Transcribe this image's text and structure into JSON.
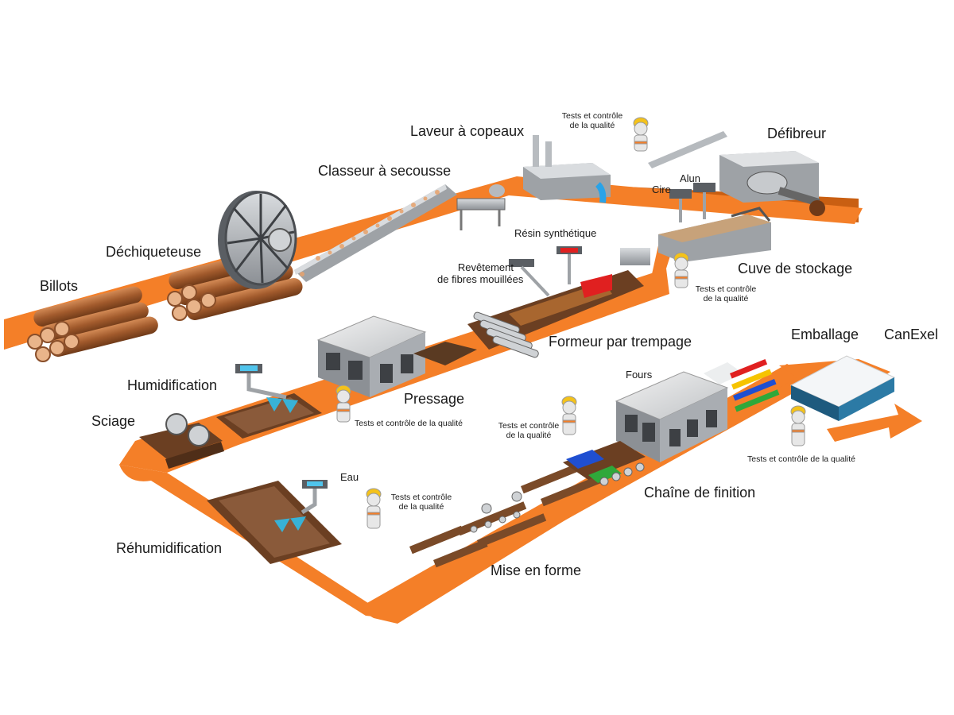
{
  "stations": {
    "billots": "Billots",
    "dechiqueteuse": "Déchiqueteuse",
    "classeur": "Classeur à secousse",
    "laveur": "Laveur à copeaux",
    "defibreur": "Défibreur",
    "cuve": "Cuve de stockage",
    "formeur": "Formeur par trempage",
    "pressage": "Pressage",
    "humidification": "Humidification",
    "sciage": "Sciage",
    "rehumidification": "Réhumidification",
    "mise_en_forme": "Mise en forme",
    "chaine_finition": "Chaîne de finition",
    "emballage": "Emballage",
    "brand": "CanExel"
  },
  "inputs": {
    "alun": "Alun",
    "cire": "Cire",
    "resin": "Résin synthétique",
    "revetement_line1": "Revêtement",
    "revetement_line2": "de fibres mouillées",
    "eau": "Eau",
    "fours": "Fours"
  },
  "quality": {
    "line1": "Tests et contrôle",
    "line2": "de la qualité",
    "full": "Tests et contrôle de la qualité"
  },
  "colors": {
    "conveyor": "#f47f28",
    "conveyor_shadow": "#c95f12",
    "steel": "#a9adb2",
    "wood": "#8a4f2a",
    "chips": "#e8a26b"
  },
  "finish_colors": [
    "#e02020",
    "#f6c400",
    "#1f4fd1",
    "#2fa83a"
  ]
}
